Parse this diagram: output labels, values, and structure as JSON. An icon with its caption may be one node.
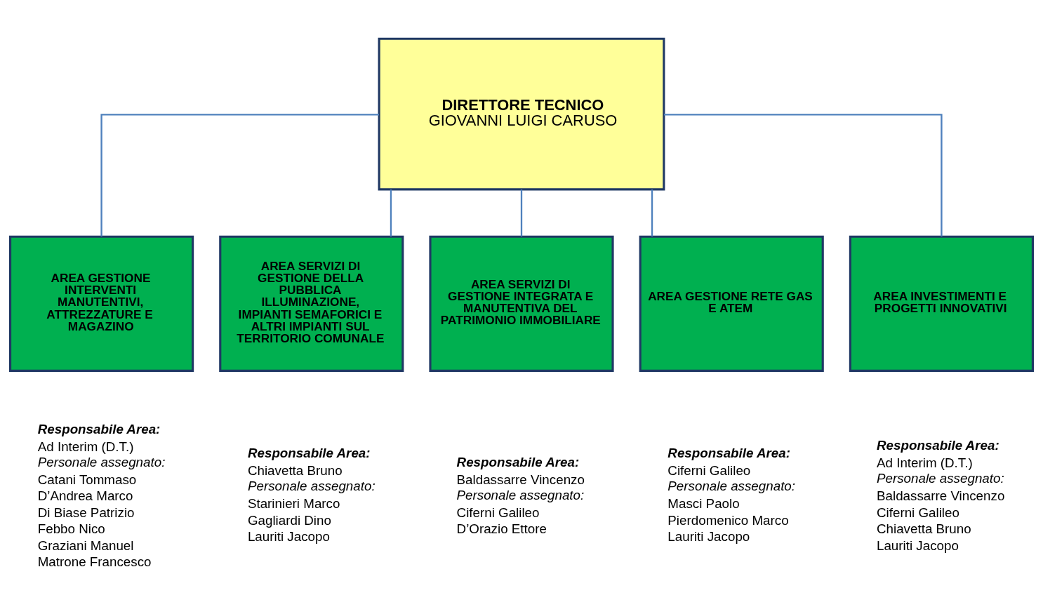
{
  "diagram": {
    "nodes": [
      {
        "text": [
          "DIRETTORE TECNICO",
          "GIOVANNI LUIGI CARUSO"
        ]
      },
      {
        "text": [
          "AREA GESTIONE INTERVENTI MANUTENTIVI, ATTREZZATURE E MAGAZINO"
        ],
        "beside": [
          "Responsabile Area:",
          "Ad Interim (D.T.)",
          "Personale assegnato:",
          "Catani Tommaso",
          "D’Andrea Marco",
          "Di Biase Patrizio",
          "Febbo Nico",
          "Graziani Manuel",
          "Matrone Francesco"
        ]
      },
      {
        "text": [
          "AREA SERVIZI DI GESTIONE DELLA PUBBLICA ILLUMINAZIONE, IMPIANTI SEMAFORICI E ALTRI IMPIANTI SUL TERRITORIO COMUNALE"
        ],
        "beside": [
          "Responsabile Area:",
          "Chiavetta Bruno",
          "Personale assegnato:",
          "Starinieri Marco",
          "Gagliardi Dino",
          "Lauriti Jacopo"
        ]
      },
      {
        "text": [
          "AREA SERVIZI DI GESTIONE INTEGRATA E MANUTENTIVA DEL PATRIMONIO IMMOBILIARE"
        ],
        "beside": [
          "Responsabile Area:",
          "Baldassarre Vincenzo",
          "Personale assegnato:",
          "Ciferni Galileo",
          "D’Orazio Ettore"
        ]
      },
      {
        "text": [
          "AREA GESTIONE RETE GAS E ATEM"
        ],
        "beside": [
          "Responsabile Area:",
          "Ciferni Galileo",
          "Personale assegnato:",
          "Masci Paolo",
          "Pierdomenico Marco",
          "Lauriti Jacopo"
        ]
      },
      {
        "text": [
          "AREA INVESTIMENTI E PROGETTI INNOVATIVI"
        ],
        "beside": [
          "Responsabile Area:",
          "Ad Interim (D.T.)",
          "Personale assegnato:",
          "Baldassarre Vincenzo",
          "Ciferni Galileo",
          "Chiavetta Bruno",
          "Lauriti Jacopo"
        ]
      }
    ],
    "edges": [
      {
        "from": 0,
        "to": 1,
        "arrow": "none"
      },
      {
        "from": 0,
        "to": 2,
        "arrow": "none"
      },
      {
        "from": 0,
        "to": 3,
        "arrow": "none"
      },
      {
        "from": 0,
        "to": 4,
        "arrow": "none"
      },
      {
        "from": 0,
        "to": 5,
        "arrow": "none"
      }
    ]
  }
}
